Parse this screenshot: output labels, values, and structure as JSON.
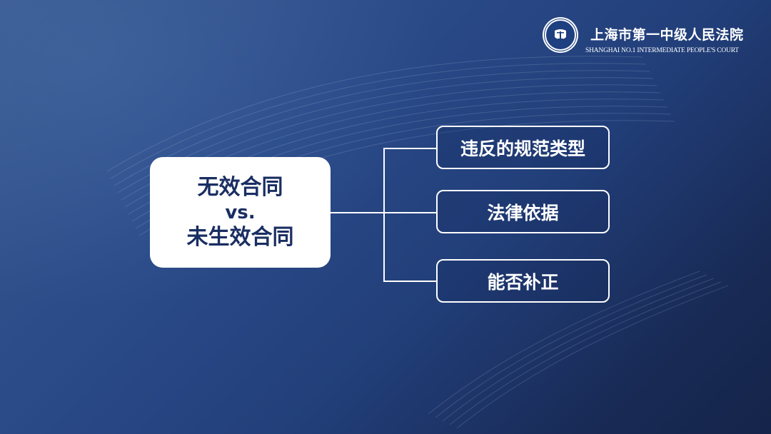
{
  "header": {
    "court_name_cn": "上海市第一中级人民法院",
    "court_name_en": "SHANGHAI NO.1 INTERMEDIATE PEOPLE'S COURT",
    "emblem_icon": "court-emblem-icon"
  },
  "diagram": {
    "root": {
      "line1": "无效合同",
      "line2": "vs.",
      "line3": "未生效合同"
    },
    "branches": [
      {
        "label": "违反的规范类型"
      },
      {
        "label": "法律依据"
      },
      {
        "label": "能否补正"
      }
    ]
  },
  "colors": {
    "background_dark": "#152449",
    "background_mid": "#223f7a",
    "root_box_fill": "#ffffff",
    "root_text": "#1a2e62",
    "line_color": "#ffffff"
  }
}
